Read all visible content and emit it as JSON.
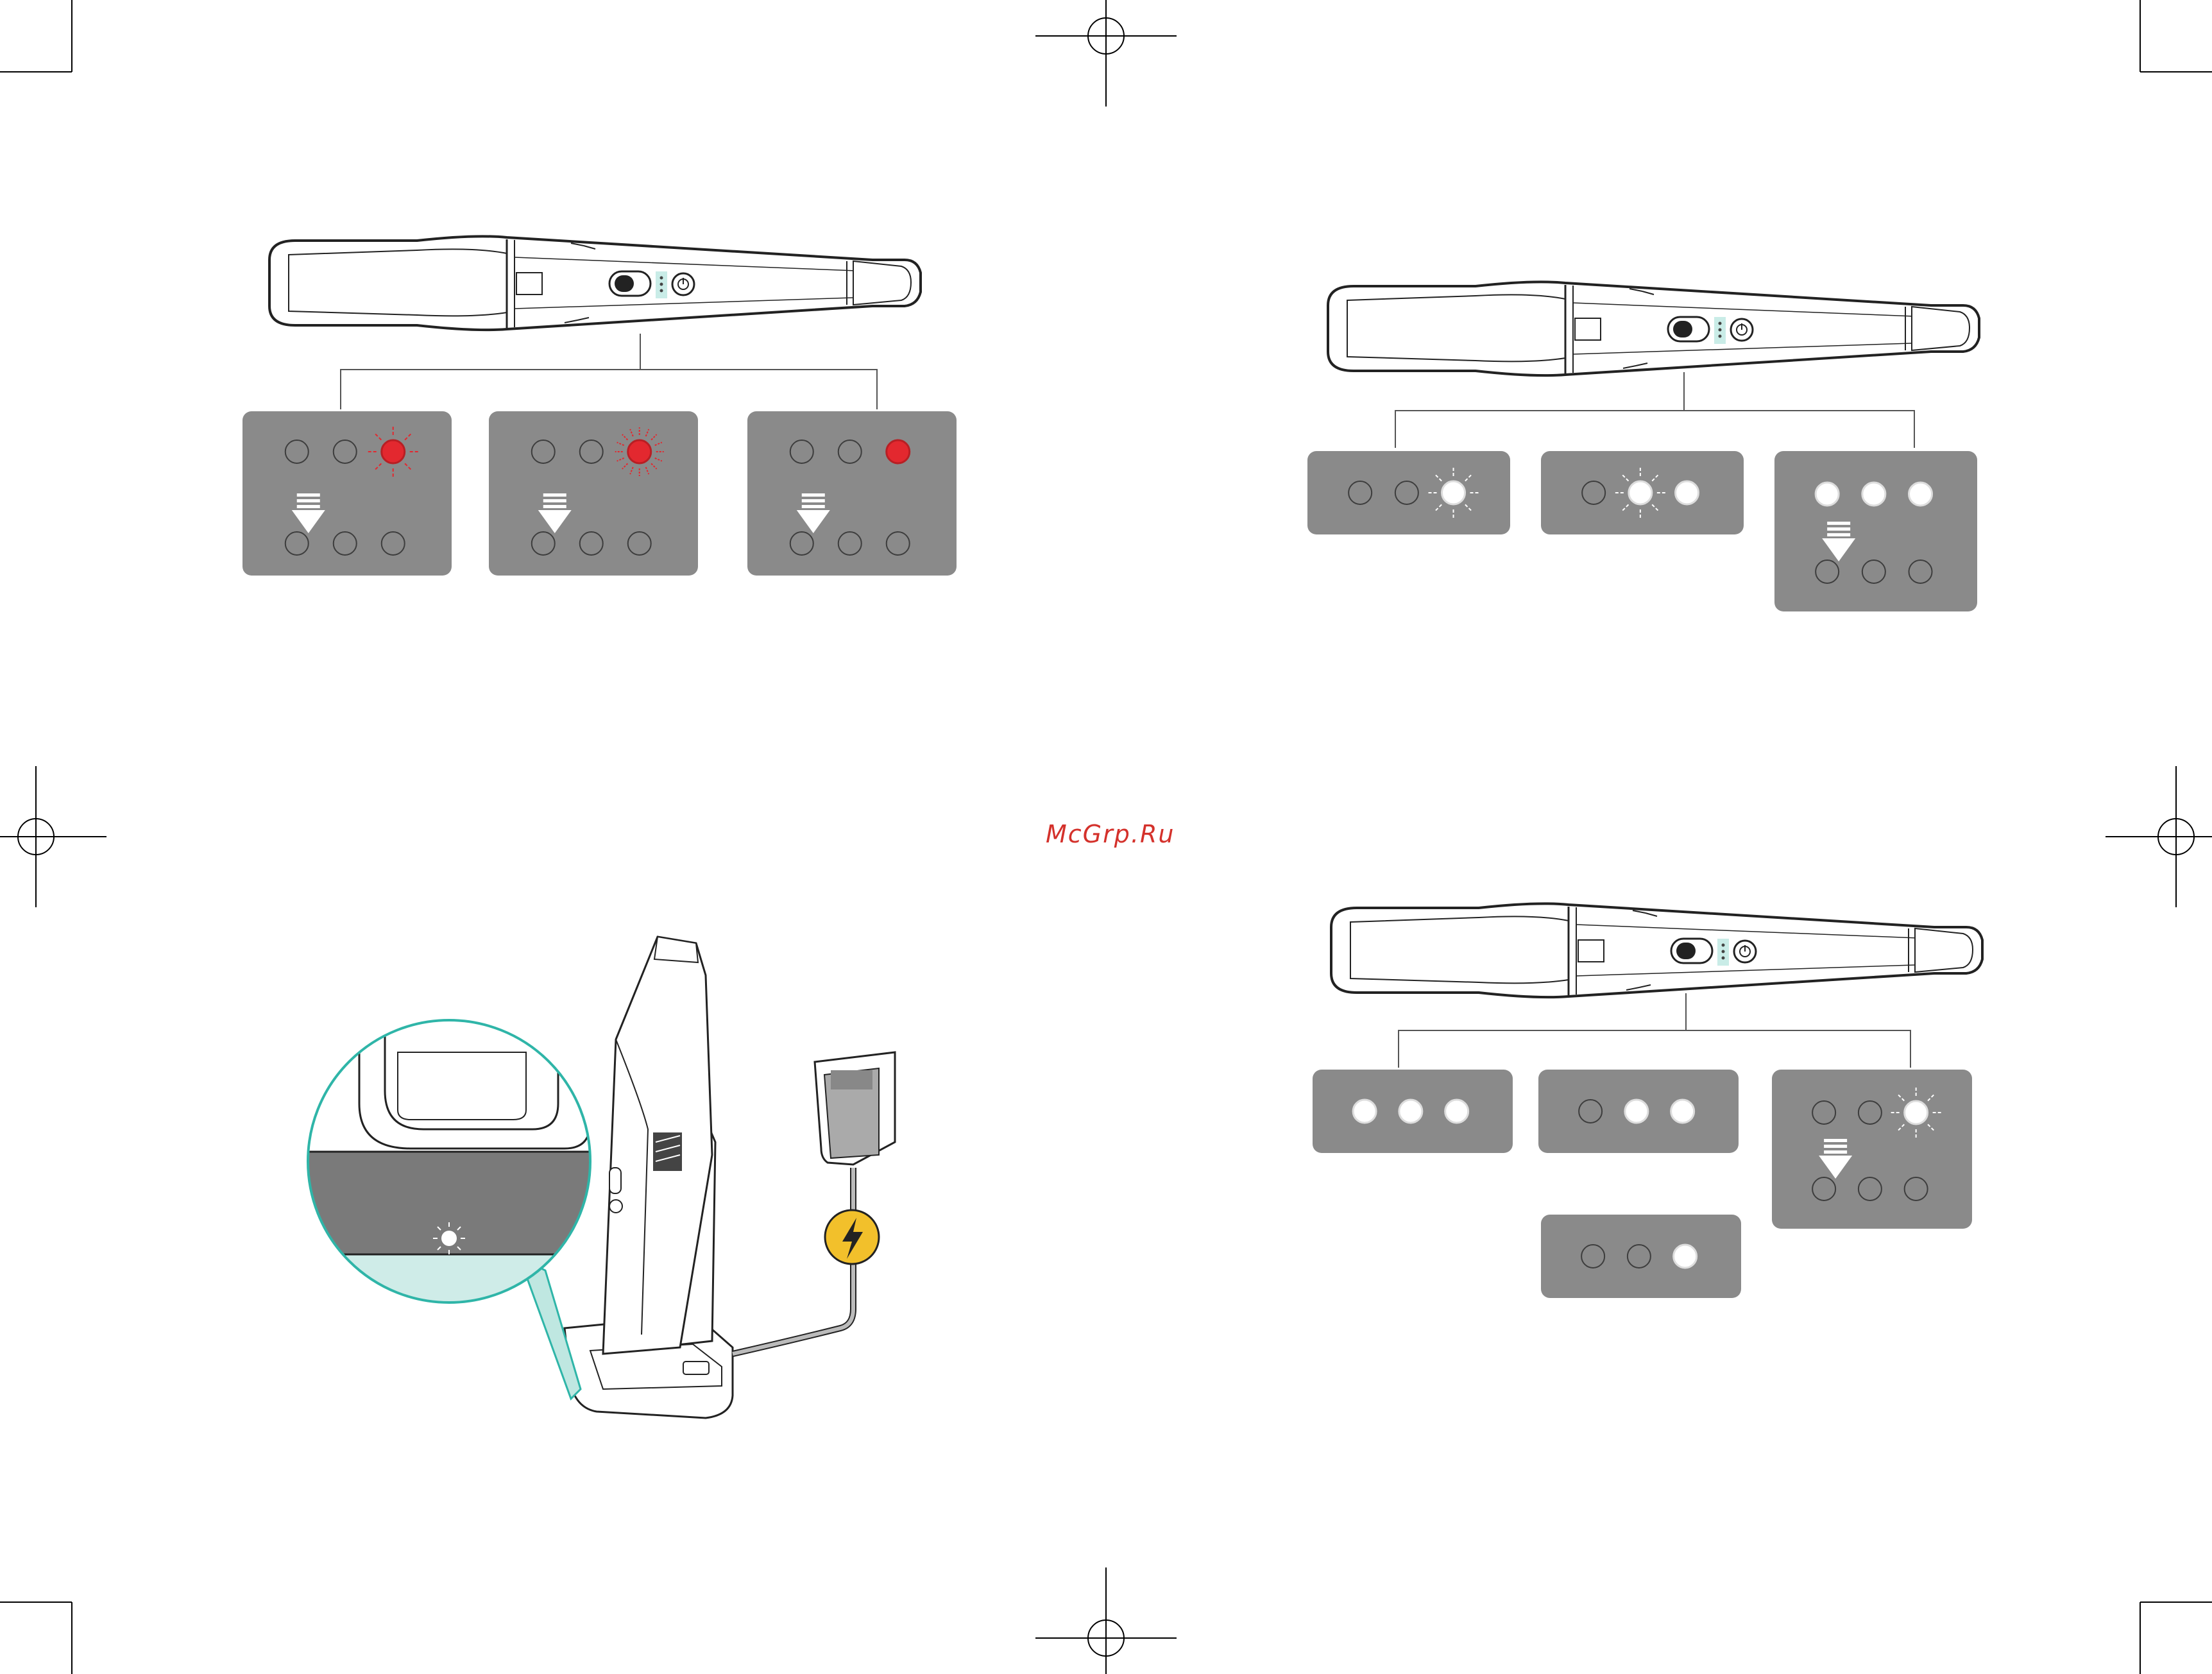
{
  "watermark": {
    "text": "McGrp.Ru",
    "color": "#d4312b"
  },
  "colors": {
    "panel": "#8a8a8a",
    "led_off_stroke": "#3d3d3d",
    "led_red": "#e3282f",
    "led_white": "#ffffff",
    "accent_teal": "#2fb5a8",
    "bolt_yellow": "#f2c02b"
  },
  "icons": [
    "registration-mark",
    "crop-mark",
    "led-indicator",
    "down-arrow-icon",
    "lightning-bolt-icon",
    "power-icon"
  ],
  "panels": {
    "low_battery": [
      {
        "top_leds": [
          "off",
          "off",
          "red-flash"
        ],
        "has_arrow": true
      },
      {
        "top_leds": [
          "off",
          "off",
          "red-fast-flash"
        ],
        "has_arrow": true
      },
      {
        "top_leds": [
          "off",
          "off",
          "red"
        ],
        "has_arrow": true
      }
    ],
    "charging": [
      {
        "top_leds": [
          "off",
          "off",
          "white-flash"
        ],
        "has_arrow": false
      },
      {
        "top_leds": [
          "off",
          "white-flash",
          "white"
        ],
        "has_arrow": false
      },
      {
        "top_leds": [
          "white",
          "white",
          "white"
        ],
        "has_arrow": true
      }
    ],
    "battery_level": [
      {
        "top_leds": [
          "white",
          "white",
          "white"
        ],
        "has_arrow": false
      },
      {
        "top_leds": [
          "off",
          "white",
          "white"
        ],
        "has_arrow": false
      },
      {
        "top_leds": [
          "off",
          "off",
          "white-flash"
        ],
        "has_arrow": true
      },
      {
        "top_leds": [
          "off",
          "off",
          "white"
        ],
        "has_arrow": false
      }
    ]
  }
}
